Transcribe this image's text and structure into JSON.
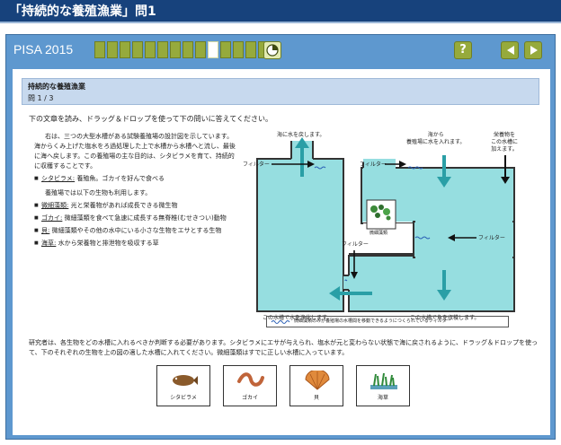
{
  "title": "「持続的な養殖漁業」問1",
  "toolbar": {
    "brand": "PISA 2015",
    "progress_total": 14,
    "progress_current": 10,
    "help_label": "?",
    "icons": [
      "clock-icon",
      "help-icon",
      "prev-arrow-icon",
      "next-arrow-icon"
    ]
  },
  "question": {
    "title": "持続的な養殖漁業",
    "number": "問 1 / 3"
  },
  "instruction": "下の文章を読み、ドラッグ＆ドロップを使って下の問いに答えてください。",
  "passage": {
    "intro": "右は、三つの大型水槽がある試験養殖場の設計図を示しています。海からくみ上げた塩水をろ過処理した上で水槽から水槽へと流し、最後に海へ戻します。この養殖場の主な目的は、シタビラメを育て、持続的に収穫することです。",
    "item1_term": "シタビラメ:",
    "item1_text": " 養殖魚。ゴカイを好んで食べる",
    "middle": "養殖場では以下の生物も利用します。",
    "items": [
      {
        "term": "微細藻類:",
        "text": " 光と栄養物があれば成長できる微生物"
      },
      {
        "term": "ゴカイ:",
        "text": " 微細藻類を食べて急速に成長する無脊椎(むせきつい)動物"
      },
      {
        "term": "貝:",
        "text": " 微細藻類やその他の水中にいる小さな生物をエサとする生物"
      },
      {
        "term": "海草:",
        "text": " 水から栄養物と排泄物を吸収する草"
      }
    ]
  },
  "diagram": {
    "return_to_sea": "海に水を戻します。",
    "from_sea": "海から\n養殖場に水を入れます。",
    "nutrients": "栄養物を\nこの水槽に\n加えます。",
    "filter": "フィルター",
    "algae_label": "微細藻類",
    "tank_left_caption": "この水槽で水を浄化します。",
    "tank_right_caption": "この水槽で魚を収穫します。",
    "water_color": "#96dee0"
  },
  "legend": "微細藻類のみが養殖場の水槽間を移動できるようにつくられているフィルター",
  "researcher_text": "研究者は、各生物をどの水槽に入れるべきか判断する必要があります。シタビラメにエサが与えられ、塩水が元と変わらない状態で海に戻されるように、ドラッグ＆ドロップを使って、下のそれぞれの生物を上の図の適した水槽に入れてください。微細藻類はすでに正しい水槽に入っています。",
  "cards": [
    {
      "label": "シタビラメ",
      "icon": "sole-fish-icon"
    },
    {
      "label": "ゴカイ",
      "icon": "ragworm-icon"
    },
    {
      "label": "貝",
      "icon": "shell-icon"
    },
    {
      "label": "海草",
      "icon": "seagrass-icon"
    }
  ]
}
